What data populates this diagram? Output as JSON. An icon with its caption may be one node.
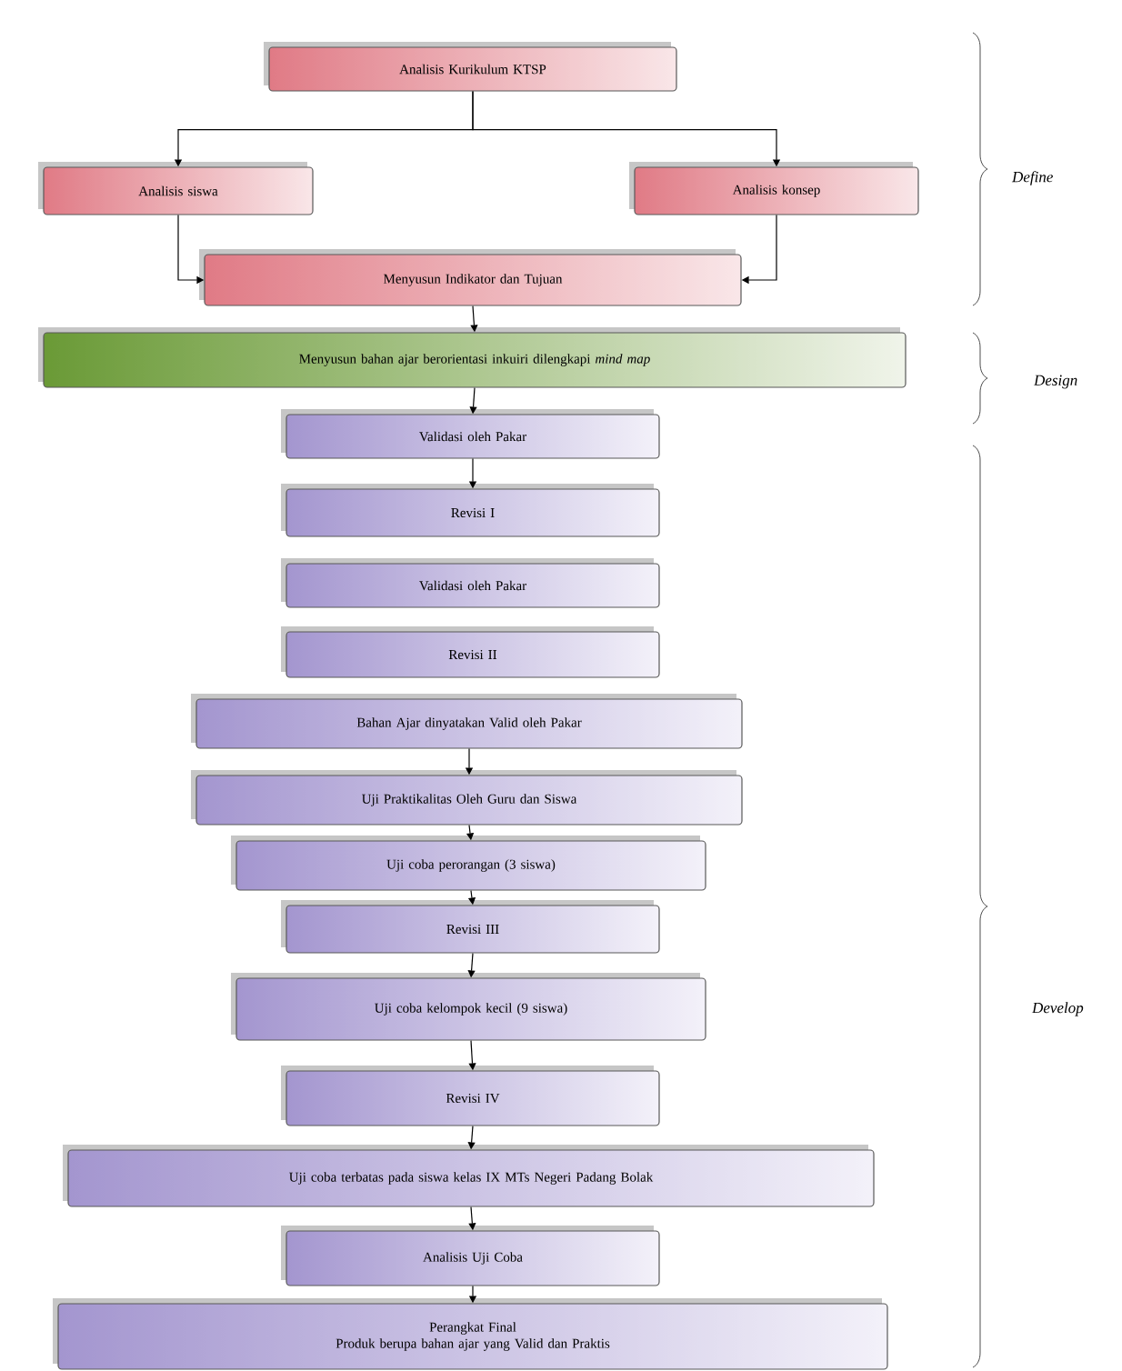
{
  "diagram": {
    "nodes": [
      {
        "text": [
          "Analisis Kurikulum KTSP"
        ]
      },
      {
        "text": [
          "Analisis siswa"
        ]
      },
      {
        "text": [
          "Analisis konsep"
        ]
      },
      {
        "text": [
          "Menyusun Indikator dan Tujuan"
        ]
      },
      {
        "text": [
          "Menyusun bahan ajar berorientasi inkuiri dilengkapi *mind map*"
        ]
      },
      {
        "text": [
          "Validasi oleh Pakar"
        ]
      },
      {
        "text": [
          "Revisi I"
        ]
      },
      {
        "text": [
          "Validasi oleh Pakar"
        ]
      },
      {
        "text": [
          "Revisi II"
        ]
      },
      {
        "text": [
          "Bahan Ajar dinyatakan Valid oleh Pakar"
        ]
      },
      {
        "text": [
          "Uji Praktikalitas Oleh Guru dan Siswa"
        ]
      },
      {
        "text": [
          "Uji coba perorangan (3 siswa)"
        ]
      },
      {
        "text": [
          "Revisi III"
        ]
      },
      {
        "text": [
          "Uji coba kelompok kecil (9 siswa)"
        ]
      },
      {
        "text": [
          "Revisi IV"
        ]
      },
      {
        "text": [
          "Uji coba terbatas pada siswa kelas IX MTs Negeri Padang Bolak"
        ]
      },
      {
        "text": [
          "Analisis Uji Coba"
        ]
      },
      {
        "text": [
          "Perangkat Final",
          "Produk berupa bahan ajar yang Valid dan Praktis"
        ]
      }
    ],
    "edges": [
      {
        "from": 0,
        "to": 1,
        "arrow": "to"
      },
      {
        "from": 0,
        "to": 2,
        "arrow": "to"
      },
      {
        "from": 1,
        "to": 3,
        "arrow": "to"
      },
      {
        "from": 2,
        "to": 3,
        "arrow": "to"
      },
      {
        "from": 3,
        "to": 4,
        "arrow": "to"
      },
      {
        "from": 4,
        "to": 5,
        "arrow": "to"
      },
      {
        "from": 5,
        "to": 6,
        "arrow": "to"
      },
      {
        "from": 9,
        "to": 10,
        "arrow": "to"
      },
      {
        "from": 10,
        "to": 11,
        "arrow": "to"
      },
      {
        "from": 11,
        "to": 12,
        "arrow": "to"
      },
      {
        "from": 12,
        "to": 13,
        "arrow": "to"
      },
      {
        "from": 13,
        "to": 14,
        "arrow": "to"
      },
      {
        "from": 14,
        "to": 15,
        "arrow": "to"
      },
      {
        "from": 15,
        "to": 16,
        "arrow": "to"
      },
      {
        "from": 16,
        "to": 17,
        "arrow": "to"
      }
    ],
    "labels": [
      "Define",
      "Design",
      "Develop"
    ]
  }
}
